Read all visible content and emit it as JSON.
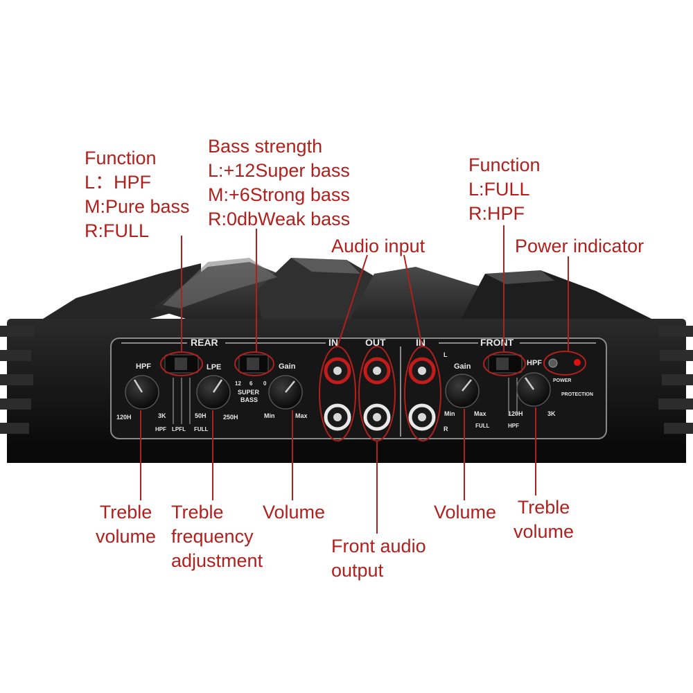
{
  "colors": {
    "annotation_text": "#b0201d",
    "callout_line": "#b0201d",
    "amp_body": "#111111",
    "rca_red": "#c41b1b",
    "rca_white": "#e8e8e8",
    "power_led": "#e01010"
  },
  "annotations": {
    "rear_function": {
      "title": "Function",
      "l": "L：HPF",
      "m": "M:Pure bass",
      "r": "R:FULL"
    },
    "bass_strength": {
      "title": "Bass strength",
      "l": "L:+12Super bass",
      "m": "M:+6Strong bass",
      "r": "R:0dbWeak bass"
    },
    "audio_input": "Audio input",
    "front_function": {
      "title": "Function",
      "l": "L:FULL",
      "r": "R:HPF"
    },
    "power_indicator": "Power indicator",
    "rear_treble_volume": {
      "line1": "Treble",
      "line2": "volume"
    },
    "treble_frequency": {
      "line1": "Treble",
      "line2": "frequency",
      "line3": "adjustment"
    },
    "rear_volume": "Volume",
    "front_audio_output": {
      "line1": "Front audio",
      "line2": "output"
    },
    "front_volume": "Volume",
    "front_treble_volume": {
      "line1": "Treble",
      "line2": "volume"
    }
  },
  "panel": {
    "rear": "REAR",
    "in_left": "IN",
    "out": "OUT",
    "in_right": "IN",
    "front": "FRONT",
    "hpf": "HPF",
    "lpe": "LPE",
    "gain": "Gain",
    "freq_120h": "120H",
    "freq_3k": "3K",
    "freq_50h": "50H",
    "freq_250h": "250H",
    "sw_hpf": "HPF",
    "sw_lpfl": "LPFL",
    "sw_full": "FULL",
    "bass_12": "12",
    "bass_6": "6",
    "bass_0": "0",
    "super": "SUPER",
    "bass": "BASS",
    "min": "Min",
    "max": "Max",
    "ch_l": "L",
    "ch_r": "R",
    "power": "POWER",
    "protection": "PROTECTION"
  }
}
